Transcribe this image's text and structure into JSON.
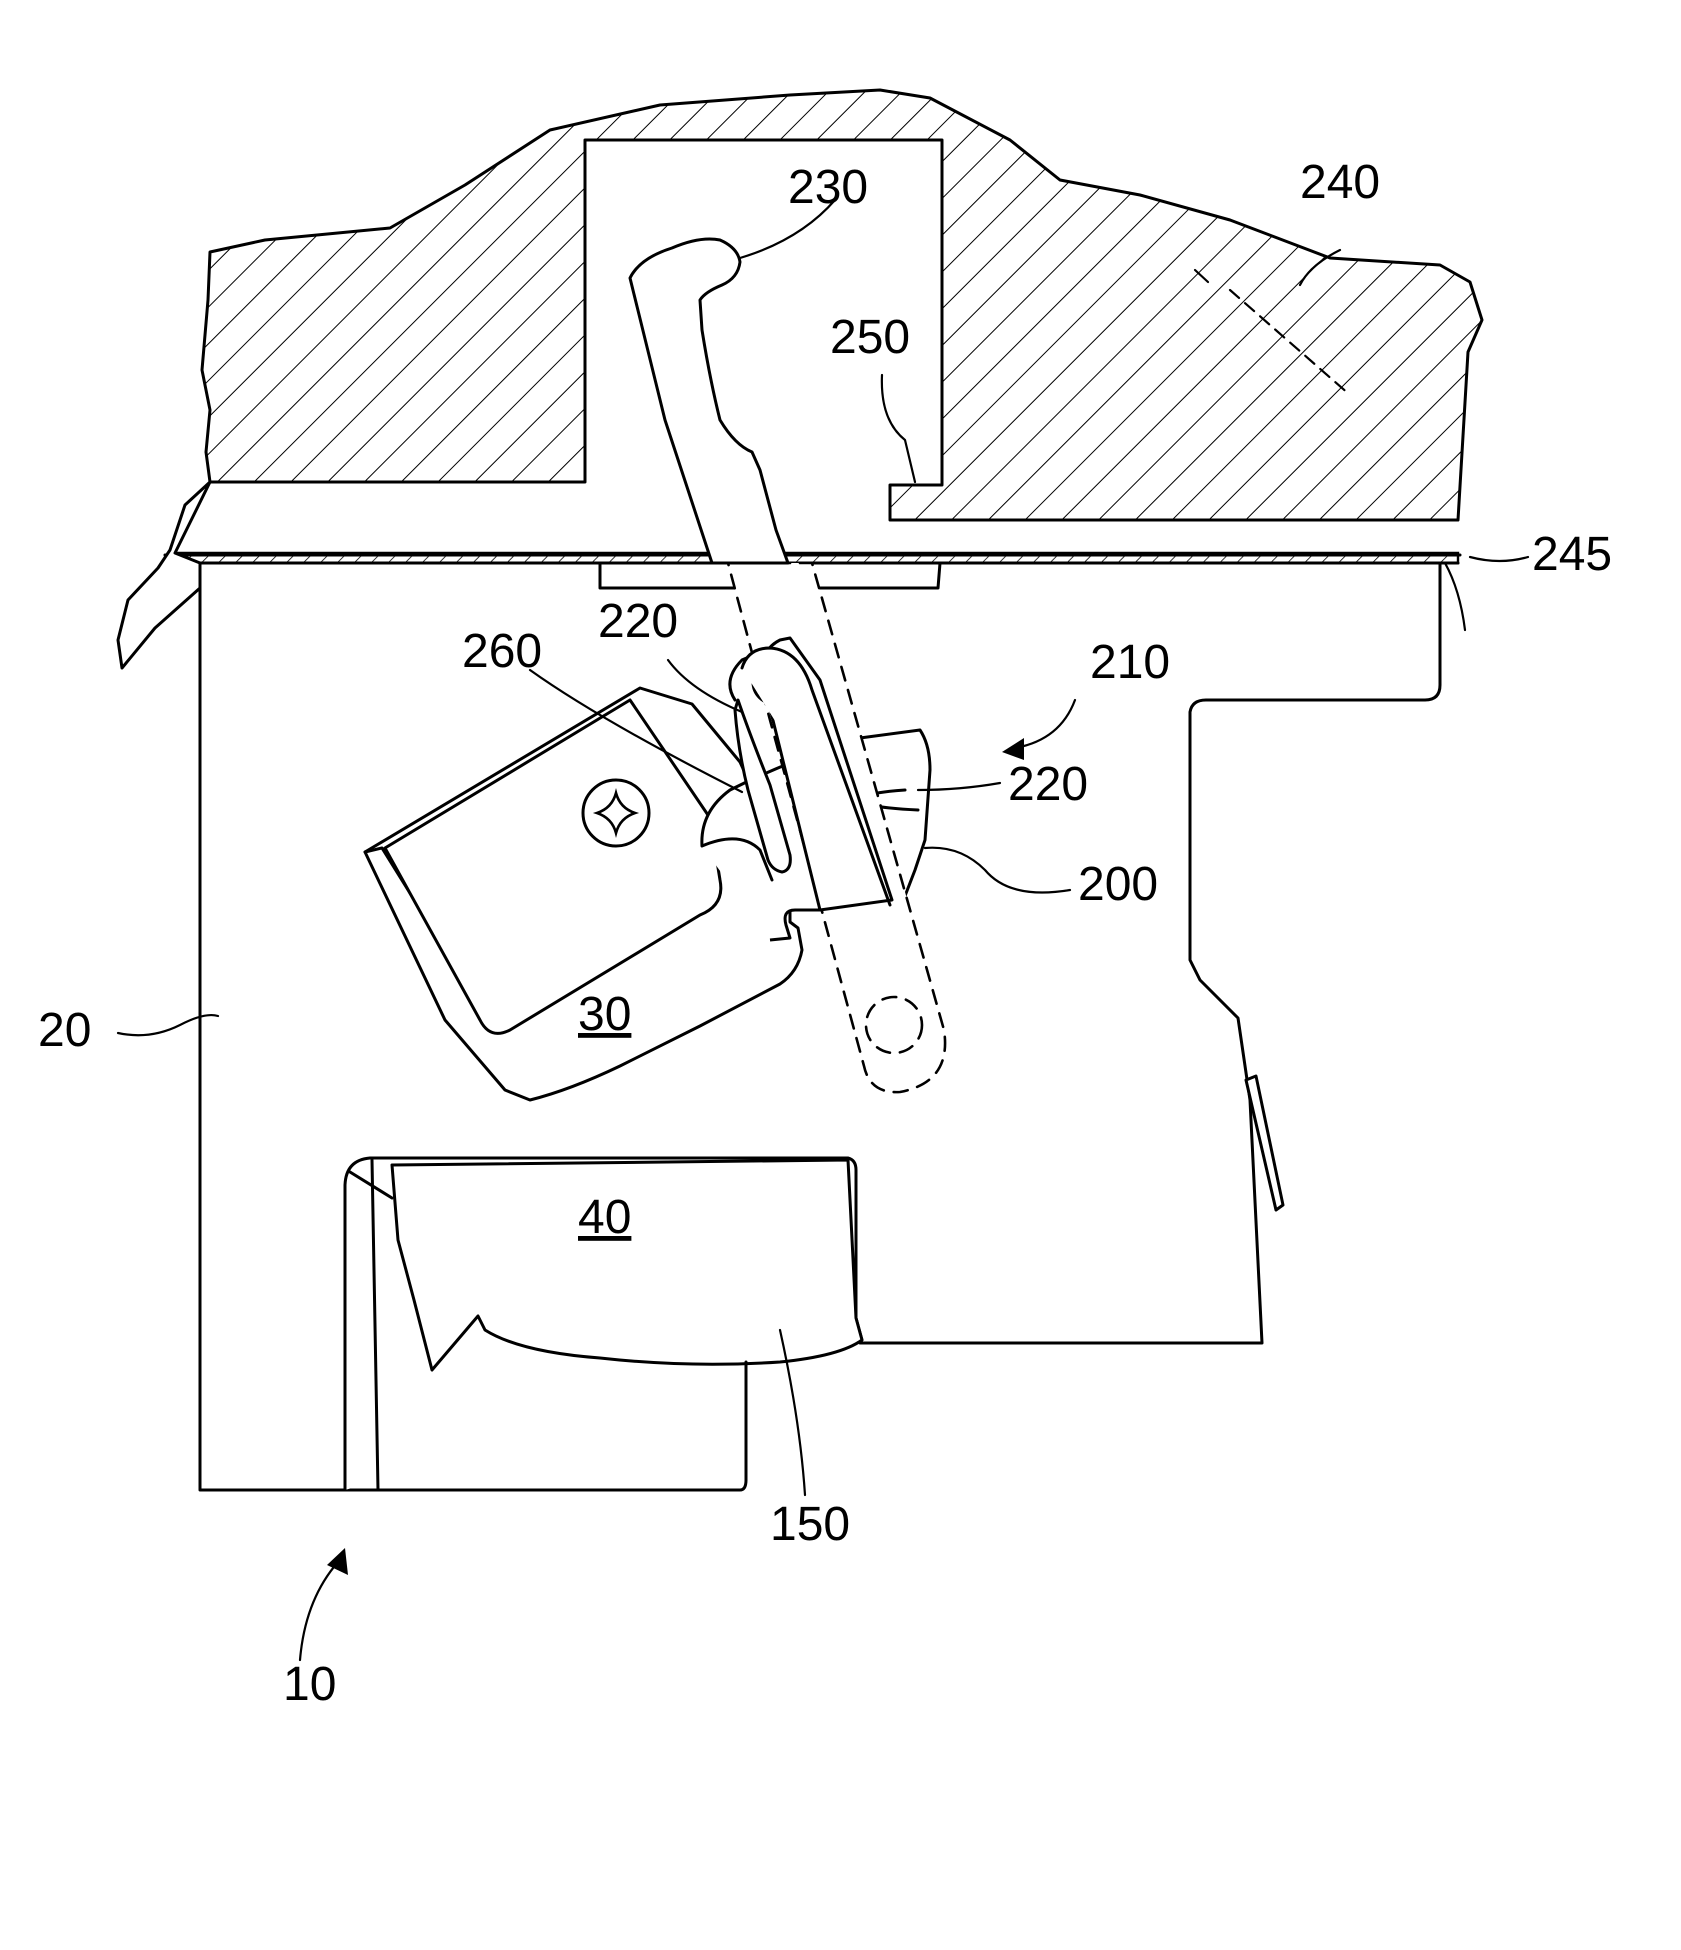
{
  "figure": {
    "labels": {
      "l10": "10",
      "l20": "20",
      "l30": "30",
      "l40": "40",
      "l150": "150",
      "l200": "200",
      "l210": "210",
      "l220a": "220",
      "l220b": "220",
      "l230": "230",
      "l240": "240",
      "l245": "245",
      "l250": "250",
      "l260": "260"
    },
    "underlined_labels": [
      "30",
      "40"
    ],
    "icons": [
      "screw-head-icon",
      "direction-arrow-icon"
    ]
  }
}
